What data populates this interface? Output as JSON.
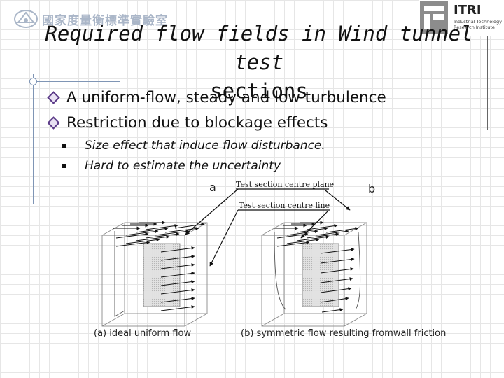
{
  "header": {
    "org_logo_text": "國家度量衡標準實驗室",
    "brand_logo": {
      "name": "ITRI",
      "sub_lines": [
        "Industrial Technology",
        "Research Institute"
      ]
    }
  },
  "slide": {
    "title_line1": "Required flow fields in Wind tunnel test",
    "title_line2": "sections",
    "bullets": [
      {
        "text": "A uniform-flow, steady and low turbulence"
      },
      {
        "text": "Restriction due to blockage effects",
        "sub": [
          "Size effect that induce flow disturbance.",
          "Hard to estimate the uncertainty"
        ]
      }
    ]
  },
  "figure": {
    "label_a": "a",
    "label_b": "b",
    "callout_plane": "Test section centre plane",
    "callout_line": "Test section centre line",
    "caption_a": "(a) ideal uniform flow",
    "caption_b": "(b) symmetric flow resulting fromwall friction"
  },
  "colors": {
    "bullet_diamond": "#5b3a88",
    "decoration_line": "#7f95b5",
    "logo_text": "#aab6c8"
  }
}
